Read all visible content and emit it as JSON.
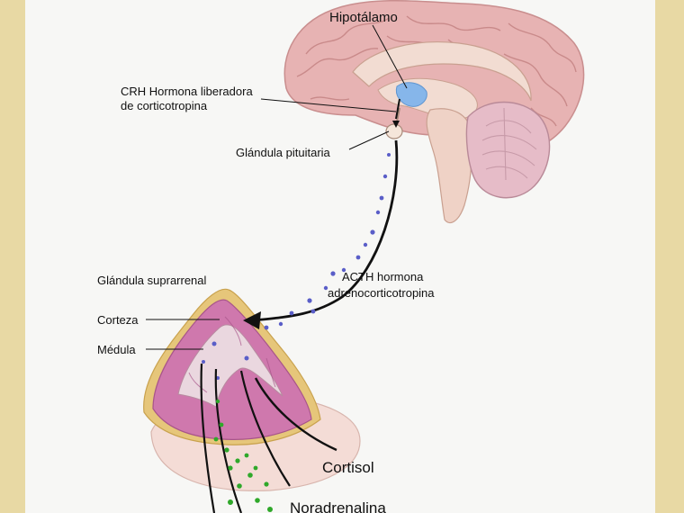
{
  "labels": {
    "hypothalamus": "Hipotálamo",
    "crh_line1": "CRH Hormona liberadora",
    "crh_line2": "de corticotropina",
    "pituitary": "Glándula pituitaria",
    "acth_line1": "ACTH hormona",
    "acth_line2": "adrenocorticotropina",
    "adrenal": "Glándula suprarrenal",
    "cortex": "Corteza",
    "medulla": "Médula",
    "cortisol": "Cortisol",
    "noradrenaline": "Noradrenalina"
  },
  "colors": {
    "background_frame": "#e8d9a4",
    "panel": "#f7f7f5",
    "brain": "#e7b3b3",
    "brain_inner": "#f2dcd2",
    "hypothalamus": "#86b6ea",
    "adrenal_cortex": "#cf78ad",
    "adrenal_medulla": "#ead7df",
    "capsule": "#e6c67a",
    "acth_dots": "#5a5ec8",
    "noradrenaline_dots": "#2fa82a"
  }
}
